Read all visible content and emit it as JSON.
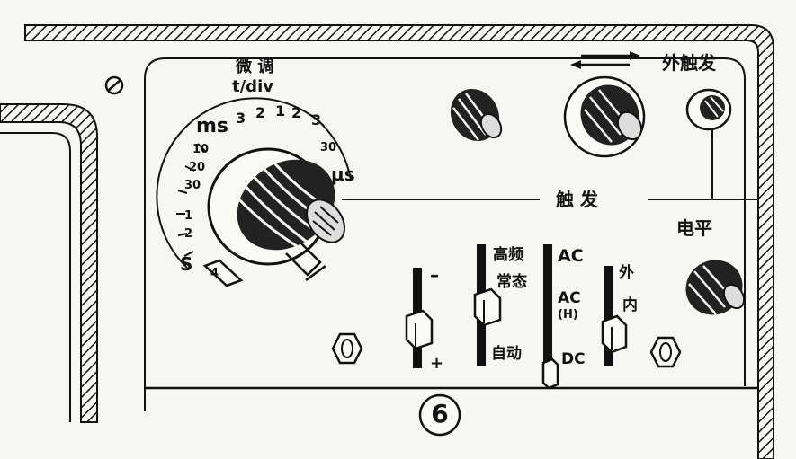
{
  "timebase": {
    "fine_label": "微 调",
    "unit_label": "t/div",
    "ms_label": "ms",
    "us_label": "μs",
    "s_label": "S",
    "top_ticks": [
      "3",
      "2",
      "1",
      "2",
      "3"
    ],
    "left_ticks": [
      "10",
      "20",
      "30"
    ],
    "lower_ticks": [
      "1",
      "2"
    ],
    "right_tick": "30",
    "bottom_tick": "4"
  },
  "trigger": {
    "section_label": "触 发",
    "external_label": "外触发",
    "level_label": "电平"
  },
  "switches": {
    "polarity": {
      "minus": "–",
      "plus": "+"
    },
    "mode": {
      "high_freq": "高频",
      "normal": "常态",
      "auto": "自动"
    },
    "coupling": {
      "ac": "AC",
      "ac_h_top": "AC",
      "ac_h_bottom": "(H)",
      "dc": "DC"
    },
    "source": {
      "external": "外",
      "internal": "内"
    }
  },
  "figure_number": "6"
}
